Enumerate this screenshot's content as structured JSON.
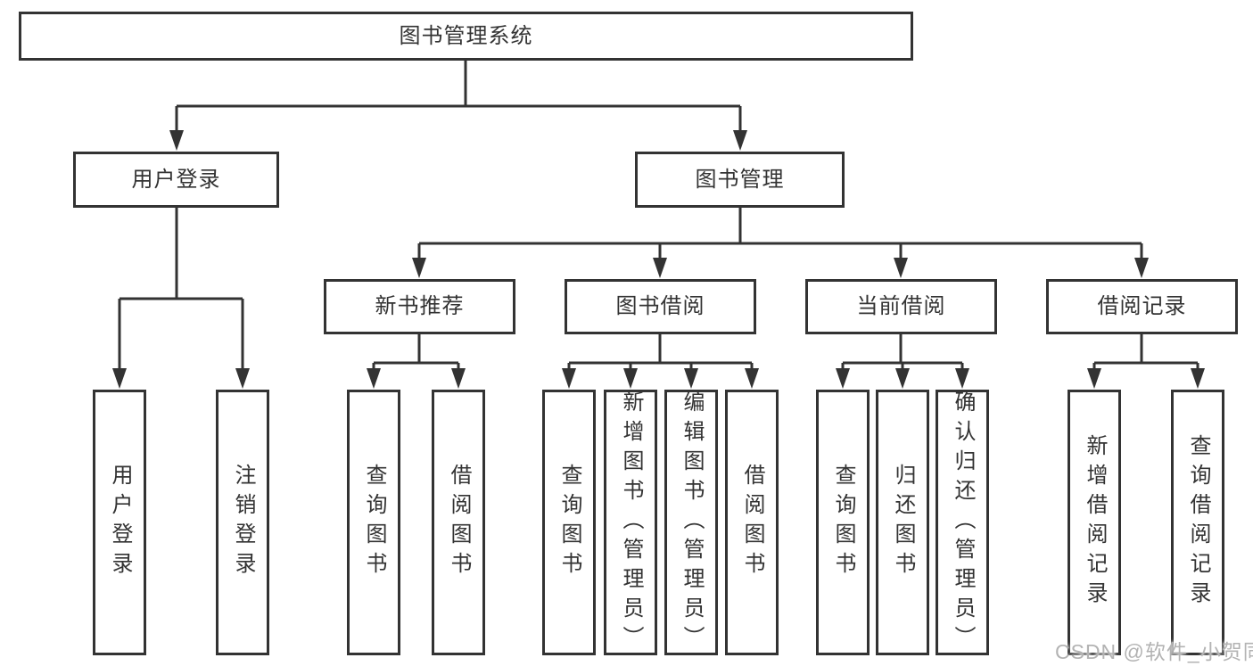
{
  "colors": {
    "background": "#ffffff",
    "line": "#333333",
    "box_border": "#333333",
    "text": "#333333",
    "watermark": "#b3b3b3"
  },
  "tree": {
    "root": {
      "label": "图书管理系统",
      "children": [
        {
          "label": "用户登录",
          "children": [
            {
              "label": "用户登录"
            },
            {
              "label": "注销登录"
            }
          ]
        },
        {
          "label": "图书管理",
          "children": [
            {
              "label": "新书推荐",
              "children": [
                {
                  "label": "查询图书"
                },
                {
                  "label": "借阅图书"
                }
              ]
            },
            {
              "label": "图书借阅",
              "children": [
                {
                  "label": "查询图书"
                },
                {
                  "label": "新增图书（管理员）"
                },
                {
                  "label": "编辑图书（管理员）"
                },
                {
                  "label": "借阅图书"
                }
              ]
            },
            {
              "label": "当前借阅",
              "children": [
                {
                  "label": "查询图书"
                },
                {
                  "label": "归还图书"
                },
                {
                  "label": "确认归还（管理员）"
                }
              ]
            },
            {
              "label": "借阅记录",
              "children": [
                {
                  "label": "新增借阅记录"
                },
                {
                  "label": "查询借阅记录"
                }
              ]
            }
          ]
        }
      ]
    }
  },
  "watermark": {
    "text": "CSDN @软件_小贺同学"
  }
}
